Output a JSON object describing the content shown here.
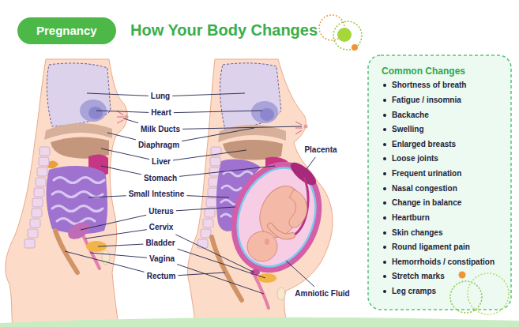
{
  "diagram": {
    "title": "How Your Body Changes",
    "nodes": [
      {
        "text": [
          "Pregnancy"
        ]
      },
      {
        "text": [
          "Common Changes",
          "Shortness of breath",
          "Fatigue / insomnia",
          "Backache",
          "Swelling",
          "Enlarged breasts",
          "Loose joints",
          "Frequent urination",
          "Nasal congestion",
          "Change in balance",
          "Heartburn",
          "Skin changes",
          "Round ligament pain",
          "Hemorrhoids / constipation",
          "Stretch marks",
          "Leg cramps"
        ]
      }
    ],
    "labels": [
      "Lung",
      "Heart",
      "Milk Ducts",
      "Diaphragm",
      "Liver",
      "Stomach",
      "Small Intestine",
      "Uterus",
      "Cervix",
      "Bladder",
      "Vagina",
      "Rectum",
      "Placenta",
      "Amniotic Fluid"
    ]
  }
}
